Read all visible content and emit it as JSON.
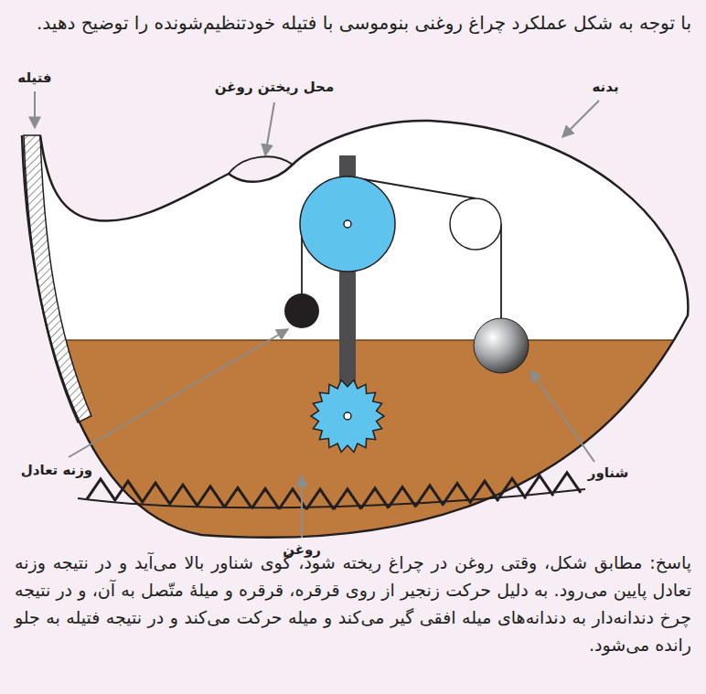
{
  "diagram": {
    "title": "با توجه به شکل عملکرد چراغ روغنی بنوموسی با فتیله خودتنظیم‌شونده را توضیح دهید.",
    "caption": "پاسخ: مطابق شکل، وقتی روغن در چراغ ریخته شود، گوی شناور بالا می‌آید و در نتیجه وزنه تعادل پایین می‌رود. به دلیل حرکت زنجیر از روی قرقره، قرقره و میلهٔ متّصل به آن، و در نتیجه چرخ دندانه‌دار به دندانه‌های میله افقی گیر می‌کند و میله حرکت می‌کند و در نتیجه فتیله به جلو رانده می‌شود.",
    "labels": [
      "فتیله",
      "محل ریختن روغن",
      "بدنه",
      "وزنه تعادل",
      "شناور",
      "روغن"
    ]
  }
}
